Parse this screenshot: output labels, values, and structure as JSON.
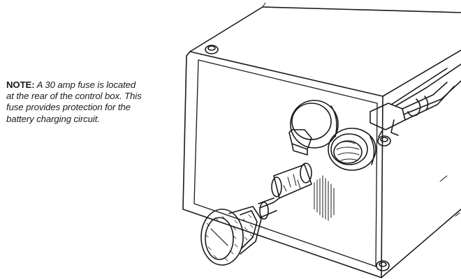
{
  "note": {
    "label": "NOTE:",
    "text_lines": [
      "A 30 amp fuse is located",
      "at the rear of the control box. This",
      "fuse provides protection for the",
      "battery charging circuit."
    ]
  }
}
